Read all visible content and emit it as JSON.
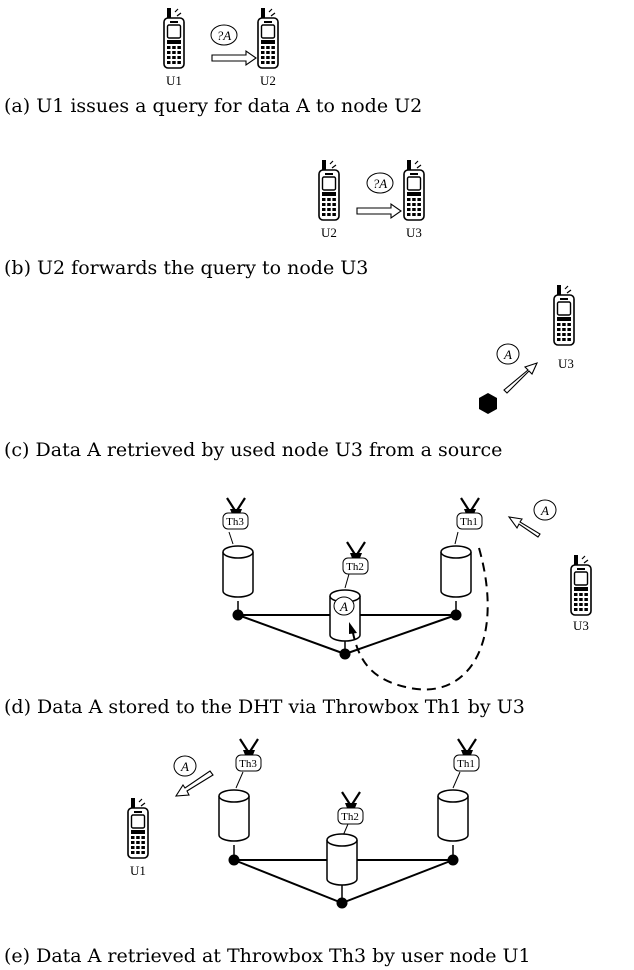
{
  "panels": {
    "a": {
      "caption": "(a) U1 issues a query for data A to node U2",
      "sender": "U1",
      "receiver": "U2",
      "message": "?A"
    },
    "b": {
      "caption": "(b) U2 forwards the query to node U3",
      "sender": "U2",
      "receiver": "U3",
      "message": "?A"
    },
    "c": {
      "caption": "(c) Data A retrieved by used node U3 from a source",
      "node": "U3",
      "message": "A"
    },
    "d": {
      "caption": "(d) Data A stored to the DHT via Throwbox Th1 by U3",
      "throwboxes": [
        "Th3",
        "Th2",
        "Th1"
      ],
      "stored_item": "A",
      "node": "U3",
      "message": "A"
    },
    "e": {
      "caption": "(e) Data A retrieved at Throwbox Th3 by user node U1",
      "throwboxes": [
        "Th3",
        "Th2",
        "Th1"
      ],
      "node": "U1",
      "message": "A"
    }
  },
  "icons": {
    "phone": "mobile-phone-icon",
    "source": "hexagon-source-icon",
    "throwbox": "throwbox-cylinder-icon",
    "antenna": "antenna-icon"
  },
  "colors": {
    "ink": "#000000",
    "background": "#ffffff"
  }
}
